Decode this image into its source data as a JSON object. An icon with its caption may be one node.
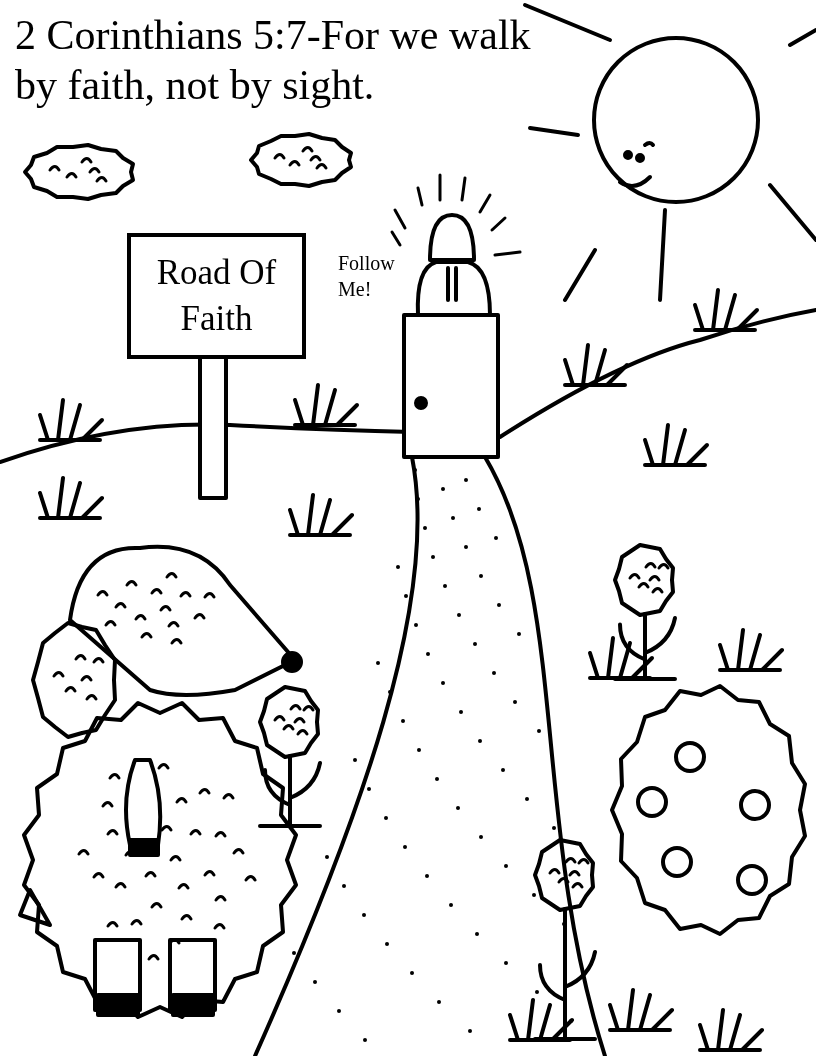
{
  "diagram": {
    "title": "2 Corinthians 5:7-For we walk by faith, not by sight.",
    "nodes": [
      {
        "text": [
          "Road Of Faith"
        ]
      }
    ],
    "labels": [
      "Follow Me!"
    ]
  }
}
